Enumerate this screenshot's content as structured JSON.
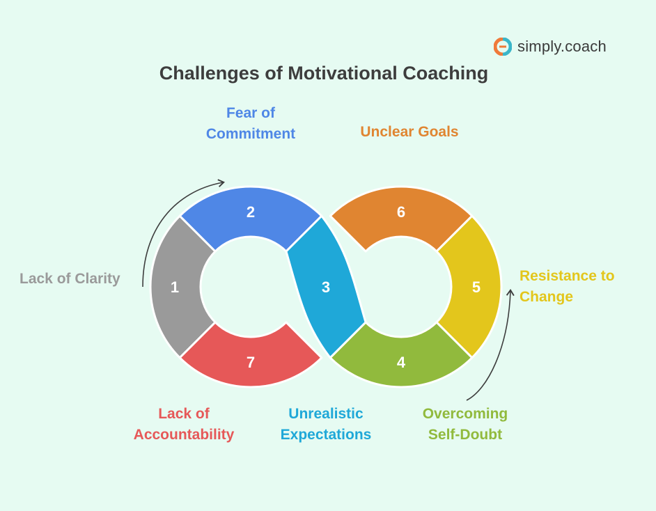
{
  "brand": {
    "name": "simply.coach"
  },
  "title": "Challenges of Motivational Coaching",
  "colors": {
    "background": "#e6fbf2",
    "gray": "#9a9a9a",
    "blue": "#4f87e6",
    "cyan": "#1fa8d8",
    "orange": "#e08531",
    "yellow": "#e3c61c",
    "green": "#91ba3d",
    "red": "#e65858"
  },
  "segments": [
    {
      "number": "1",
      "label": [
        "Lack of Clarity"
      ]
    },
    {
      "number": "2",
      "label": [
        "Fear of",
        "Commitment"
      ]
    },
    {
      "number": "3",
      "label": [
        "Unrealistic",
        "Expectations"
      ]
    },
    {
      "number": "4",
      "label": [
        "Overcoming",
        "Self-Doubt"
      ]
    },
    {
      "number": "5",
      "label": [
        "Resistance to",
        "Change"
      ]
    },
    {
      "number": "6",
      "label": [
        "Unclear Goals"
      ]
    },
    {
      "number": "7",
      "label": [
        "Lack of",
        "Accountability"
      ]
    }
  ]
}
